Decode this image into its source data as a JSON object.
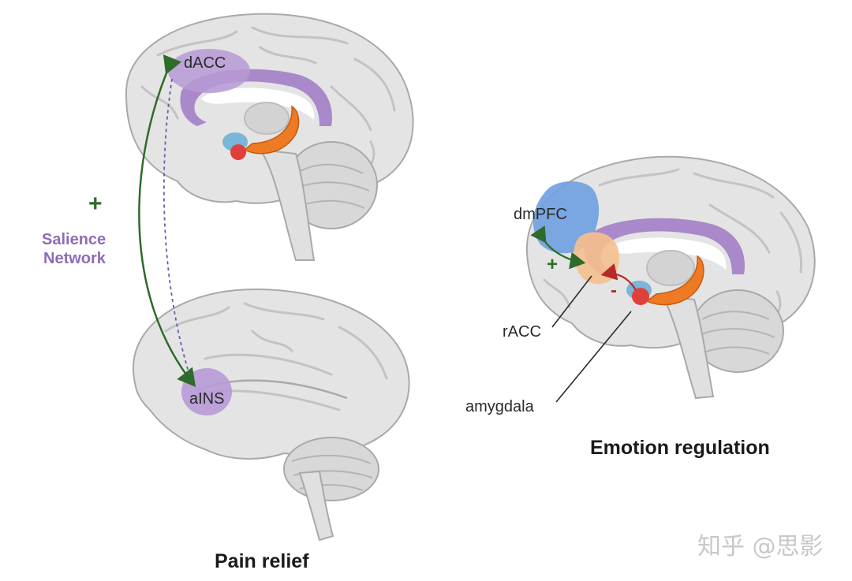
{
  "labels": {
    "dacc": "dACC",
    "ains": "aINS",
    "dmpfc": "dmPFC",
    "racc": "rACC",
    "amygdala": "amygdala",
    "salience_line1": "Salience",
    "salience_line2": "Network",
    "plus_main": "+",
    "plus_small": "+",
    "minus_small": "-"
  },
  "titles": {
    "pain_relief": "Pain relief",
    "emotion_regulation": "Emotion regulation"
  },
  "watermark": "知乎 @思影",
  "colors": {
    "brain_fill": "#e4e4e4",
    "brain_stroke": "#a9a9a9",
    "purple_region": "#b79ad6",
    "corpus_callosum": "#a989c9",
    "blue_region": "#6e9fe0",
    "orange_region": "#f5c08e",
    "hippocampus": "#ef7a24",
    "amygdala_red": "#e0403a",
    "hypothalamus_blue": "#7ab6d9",
    "green_arrow": "#2f6b2a",
    "red_arrow": "#b62a2a",
    "salience_text": "#8f6bb7"
  }
}
